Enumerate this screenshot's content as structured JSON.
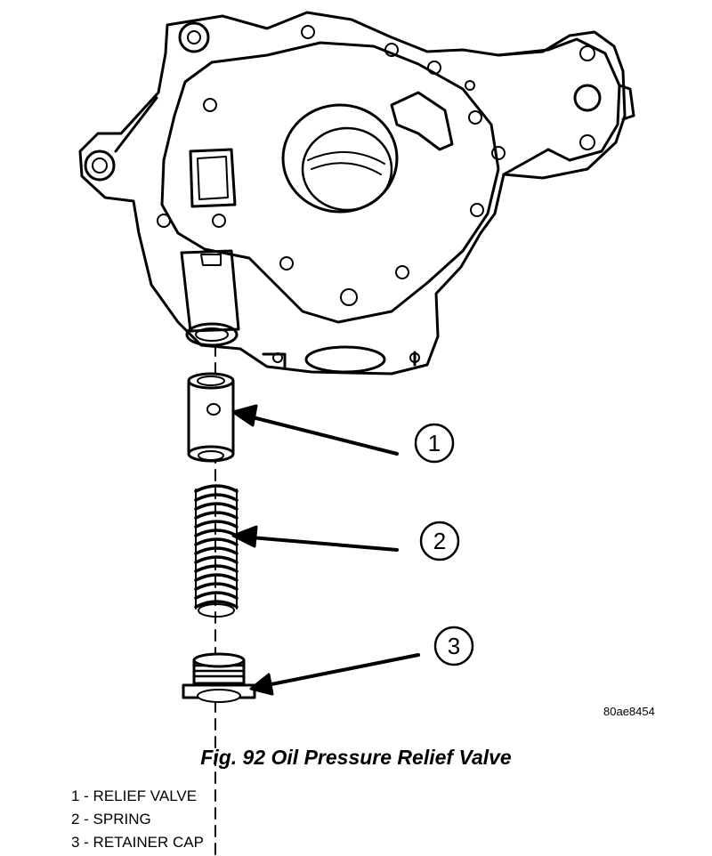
{
  "figure": {
    "code": "80ae8454",
    "title": "Fig. 92 Oil Pressure Relief Valve"
  },
  "callouts": [
    {
      "number": "1",
      "label": "1 - RELIEF VALVE"
    },
    {
      "number": "2",
      "label": "2 - SPRING"
    },
    {
      "number": "3",
      "label": "3 - RETAINER CAP"
    }
  ]
}
